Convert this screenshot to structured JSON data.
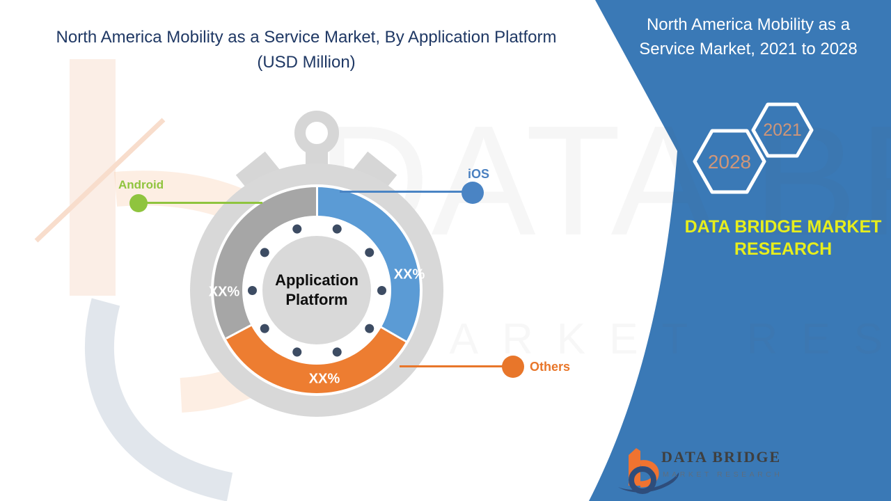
{
  "header": {
    "title_line1": "North America Mobility as a Service Market, By Application Platform",
    "title_line2": "(USD Million)"
  },
  "chart_data": {
    "type": "pie",
    "variant": "donut",
    "title": "North America Mobility as a Service Market, By Application Platform (USD Million)",
    "unit": "USD Million",
    "center_label": "Application Platform",
    "segments": [
      {
        "label": "iOS",
        "value_label": "XX%",
        "color": "#5b9bd5",
        "label_color": "#4a80c0",
        "arc_deg": [
          0,
          120
        ]
      },
      {
        "label": "Others",
        "value_label": "XX%",
        "color": "#ed7d31",
        "label_color": "#e8762a",
        "arc_deg": [
          120,
          242
        ]
      },
      {
        "label": "Android",
        "value_label": "XX%",
        "color": "#a6a6a6",
        "label_color": "#8fc43e",
        "arc_deg": [
          242,
          360
        ]
      }
    ],
    "legend_position": "callout-labels"
  },
  "side_panel": {
    "title_line1": "North America Mobility as a",
    "title_line2": "Service Market, 2021 to 2028",
    "hexagons": [
      {
        "year": "2028"
      },
      {
        "year": "2021"
      }
    ],
    "brand_line1": "DATA BRIDGE MARKET",
    "brand_line2": "RESEARCH"
  },
  "footer_logo": {
    "name": "DATA BRIDGE",
    "subtitle": "MARKET RESEARCH"
  },
  "watermark": {
    "big_text": "DATA BRIDGE",
    "sub_text": "MARKET RESEARCH"
  },
  "colors": {
    "title_navy": "#1f3864",
    "panel_blue": "#3a79b6",
    "brand_yellow": "#e7ee1c",
    "hexagon_year": "#cf9679",
    "ios_blue": "#5b9bd5",
    "others_orange": "#ed7d31",
    "android_gray": "#a6a6a6",
    "stopwatch_gray": "#d8d8d8",
    "tick_dot_navy": "#3d4c63"
  }
}
